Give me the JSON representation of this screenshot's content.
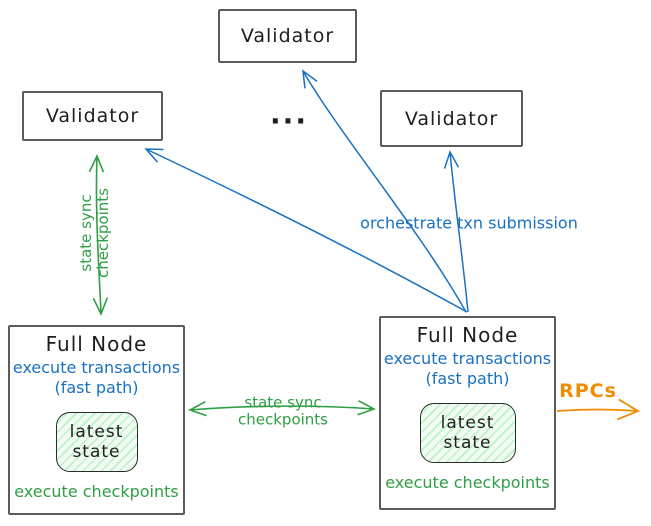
{
  "validator_top": {
    "label": "Validator"
  },
  "validator_left": {
    "label": "Validator"
  },
  "validator_right": {
    "label": "Validator"
  },
  "ellipsis": "...",
  "full_node_left": {
    "title": "Full Node",
    "fast_line1": "execute transactions",
    "fast_line2": "(fast path)",
    "state_line1": "latest",
    "state_line2": "state",
    "checkpoints": "execute checkpoints"
  },
  "full_node_right": {
    "title": "Full Node",
    "fast_line1": "execute transactions",
    "fast_line2": "(fast path)",
    "state_line1": "latest",
    "state_line2": "state",
    "checkpoints": "execute checkpoints"
  },
  "edge_labels": {
    "left_sync_line1": "state sync",
    "left_sync_line2": "checkpoints",
    "mid_sync_line1": "state sync",
    "mid_sync_line2": "checkpoints",
    "orchestrate": "orchestrate txn submission",
    "rpcs": "RPCs"
  },
  "colors": {
    "green": "#2f9e44",
    "blue": "#1971c2",
    "orange": "#f08c00",
    "ink": "#1e1e1e",
    "box_border": "#5b5b5b",
    "state_fill": "#f2fcf4",
    "state_hatch": "#b2f2bb"
  }
}
